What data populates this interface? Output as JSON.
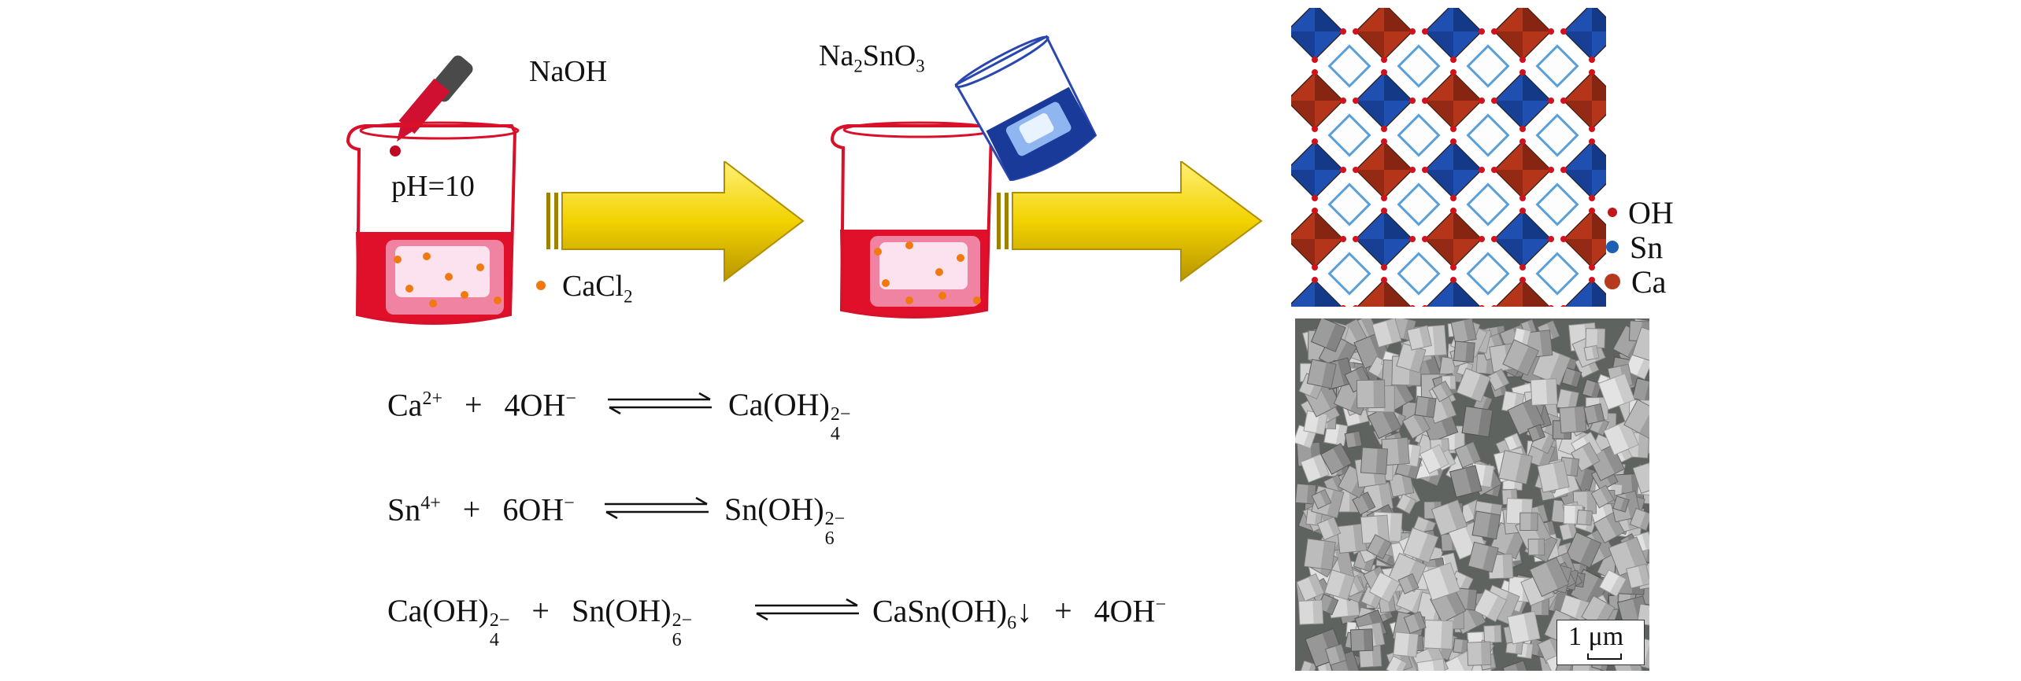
{
  "reagents": {
    "naoh": "NaOH",
    "ph": "pH=10",
    "cacl2": {
      "base": "CaCl",
      "sub": "2"
    },
    "na2sno3": {
      "p1": "Na",
      "s1": "2",
      "p2": "SnO",
      "s2": "3"
    }
  },
  "legend": [
    {
      "label": "OH",
      "color": "#c0171c",
      "size": 12
    },
    {
      "label": "Sn",
      "color": "#1c5fb5",
      "size": 16
    },
    {
      "label": "Ca",
      "color": "#b53a1e",
      "size": 20
    }
  ],
  "equations": [
    {
      "lhs1": "Ca",
      "lhs1_sup": "2+",
      "lhs2": "4OH",
      "lhs2_sup": "−",
      "rhs": "Ca(OH)",
      "rhs_sup": "2−",
      "rhs_sub": "4"
    },
    {
      "lhs1": "Sn",
      "lhs1_sup": "4+",
      "lhs2": "6OH",
      "lhs2_sup": "−",
      "rhs": "Sn(OH)",
      "rhs_sup": "2−",
      "rhs_sub": "6"
    },
    {
      "lhs1": "Ca(OH)",
      "lhs1_sup": "2−",
      "lhs1_sub": "4",
      "lhs2": "Sn(OH)",
      "lhs2_sup": "2−",
      "lhs2_sub": "6",
      "rhs": "CaSn(OH)",
      "rhs_sub": "6",
      "rhs_tail": "↓",
      "rhs2": "4OH",
      "rhs2_sup": "−"
    }
  ],
  "operators": {
    "plus": "+"
  },
  "sem": {
    "scale_bar": "1 μm"
  },
  "colors": {
    "red": "#e0102a",
    "arrow": "#f2d200",
    "blue": "#1a3a9a"
  }
}
